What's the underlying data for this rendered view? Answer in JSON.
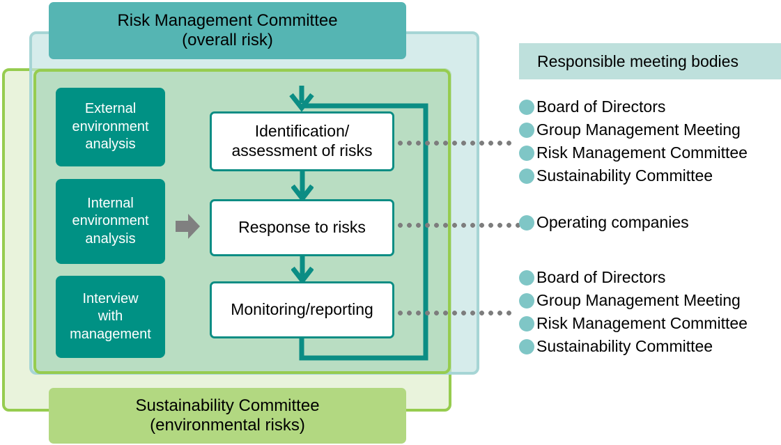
{
  "diagram": {
    "top_banner": {
      "title": "Risk Management Committee",
      "subtitle": "(overall risk)"
    },
    "bottom_banner": {
      "title": "Sustainability Committee",
      "subtitle": "(environmental risks)"
    },
    "inputs": [
      {
        "label": "External\nenvironment\nanalysis"
      },
      {
        "label": "Internal\nenvironment\nanalysis"
      },
      {
        "label": "Interview\nwith\nmanagement"
      }
    ],
    "process": [
      {
        "label": "Identification/\nassessment of risks"
      },
      {
        "label": "Response to risks"
      },
      {
        "label": "Monitoring/reporting"
      }
    ]
  },
  "legend": {
    "header": "Responsible meeting bodies",
    "groups": [
      {
        "items": [
          "Board of Directors",
          "Group Management Meeting",
          "Risk Management Committee",
          "Sustainability Committee"
        ]
      },
      {
        "items": [
          "Operating companies"
        ]
      },
      {
        "items": [
          "Board of Directors",
          "Group Management Meeting",
          "Risk Management Committee",
          "Sustainability Committee"
        ]
      }
    ]
  },
  "colors": {
    "teal_header": "#55b5b3",
    "green_footer": "#b2d881",
    "dark_teal_box": "#009184",
    "process_border": "#0b8d84",
    "legend_header_bg": "#bee0dc",
    "legend_bullet": "#7fc6c6",
    "panel_green_border": "#96cc4f",
    "panel_teal_border": "#a6d5d5",
    "connector_dots": "#7d7d7d",
    "gray_arrow": "#808080"
  }
}
